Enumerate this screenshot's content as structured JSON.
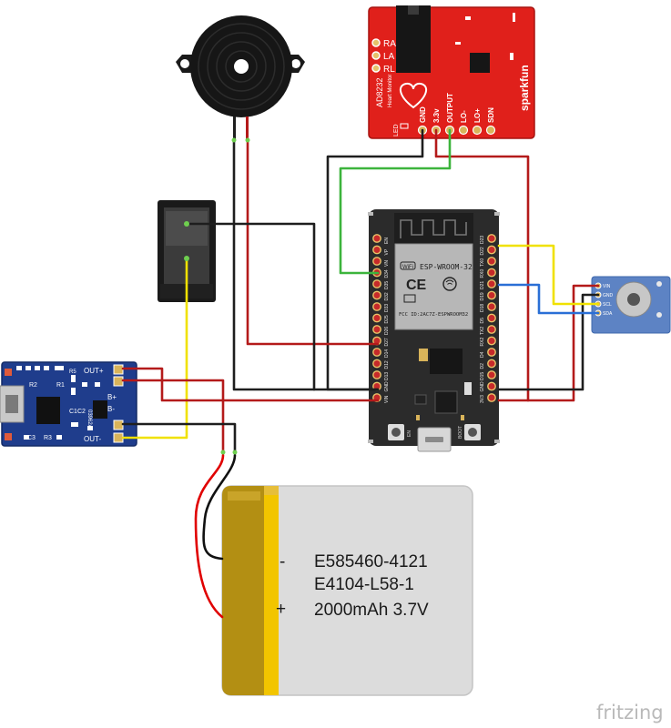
{
  "ecg_module": {
    "model_label": "AD8232",
    "subtitle": "Heart Monitor",
    "brand": "sparkfun",
    "electrodes": [
      "RA",
      "LA",
      "RL"
    ],
    "pins": [
      "GND",
      "3.3v",
      "OUTPUT",
      "LO-",
      "LO+",
      "SDN"
    ],
    "led_label": "LED"
  },
  "charger": {
    "out_plus": "OUT+",
    "out_minus": "OUT-",
    "b_plus": "B+",
    "b_minus": "B-",
    "components": [
      "R2",
      "R1",
      "R5",
      "C1C2",
      "R3",
      "C3"
    ],
    "ic_marking": "03962A"
  },
  "esp32": {
    "module_name": "ESP-WROOM-32",
    "wifi_badge": "WiFi",
    "ce_mark": "CE",
    "fcc_id": "FCC ID:2AC7Z-ESPWROOM32",
    "left_pins": [
      "EN",
      "VP",
      "VN",
      "D34",
      "D35",
      "D32",
      "D33",
      "D25",
      "D26",
      "D27",
      "D14",
      "D12",
      "D13",
      "GND",
      "VIN"
    ],
    "right_pins": [
      "D23",
      "D22",
      "TX0",
      "RX0",
      "D21",
      "D19",
      "D18",
      "D5",
      "TX2",
      "RX2",
      "D4",
      "D2",
      "D15",
      "GND",
      "3V3"
    ],
    "buttons": [
      "EN",
      "BOOT"
    ]
  },
  "sensor": {
    "pins": [
      "VIN",
      "GND",
      "SCL",
      "SDA"
    ]
  },
  "battery": {
    "minus_sign": "-",
    "plus_sign": "+",
    "line1": "E585460-4121",
    "line2": "E4104-L58-1",
    "line3": "2000mAh 3.7V"
  },
  "footer": {
    "brand": "fritzing"
  },
  "colors": {
    "wire_red": "#b41a1a",
    "wire_black": "#1e1e1e",
    "wire_yellow": "#f0e100",
    "wire_green": "#3cb43c",
    "wire_blue": "#2a6fd6",
    "ecg_board": "#e0201b",
    "esp_board": "#2b2b2b",
    "charger_board": "#1f3d8c",
    "sensor_board": "#5d83c4",
    "battery_gold": "#b38f13",
    "battery_body": "#dcdcdc"
  }
}
